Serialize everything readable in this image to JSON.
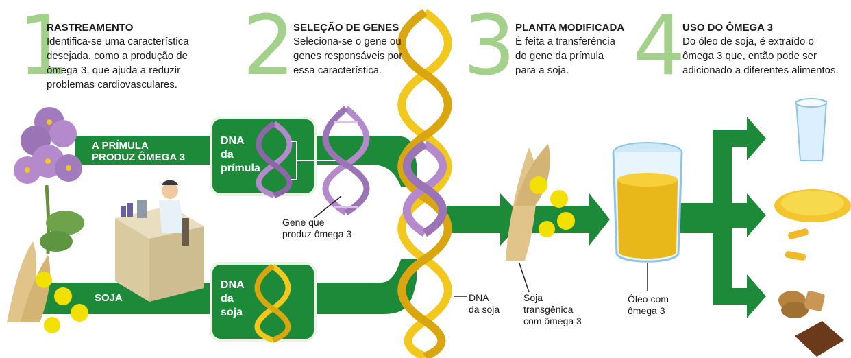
{
  "steps": [
    {
      "number": "1",
      "title": "RASTREAMENTO",
      "lines": [
        "Identifica-se uma característica",
        "desejada, como a produção de",
        "ômega 3, que ajuda a reduzir",
        "problemas cardiovasculares."
      ]
    },
    {
      "number": "2",
      "title": "SELEÇÃO DE GENES",
      "lines": [
        "Seleciona-se o gene ou",
        "genes responsáveis por",
        "essa característica."
      ]
    },
    {
      "number": "3",
      "title": "PLANTA MODIFICADA",
      "lines": [
        "É feita a transferência",
        "do gene da prímula",
        "para a soja."
      ]
    },
    {
      "number": "4",
      "title": "USO DO ÔMEGA 3",
      "lines": [
        "Do óleo de soja, é extraído o",
        "ômega 3 que, então pode ser",
        "adicionado a diferentes alimentos."
      ]
    }
  ],
  "arrows": {
    "primula": [
      "A PRÍMULA",
      "PRODUZ ÔMEGA 3"
    ],
    "soja": "SOJA"
  },
  "boxes": {
    "primula": [
      "DNA",
      "da",
      "prímula"
    ],
    "soja": [
      "DNA",
      "da",
      "soja"
    ]
  },
  "labels": {
    "gene": [
      "Gene que",
      "produz ômega 3"
    ],
    "dna_soja": [
      "DNA",
      "da soja"
    ],
    "soja_transgenica": [
      "Soja",
      "transgênica",
      "com ômega 3"
    ],
    "oleo": [
      "Óleo com",
      "ômega 3"
    ]
  },
  "colors": {
    "green": "#1d8a3a",
    "light_green": "#a3d08b",
    "purple": "#b48acc",
    "yellow": "#f2c81e"
  }
}
